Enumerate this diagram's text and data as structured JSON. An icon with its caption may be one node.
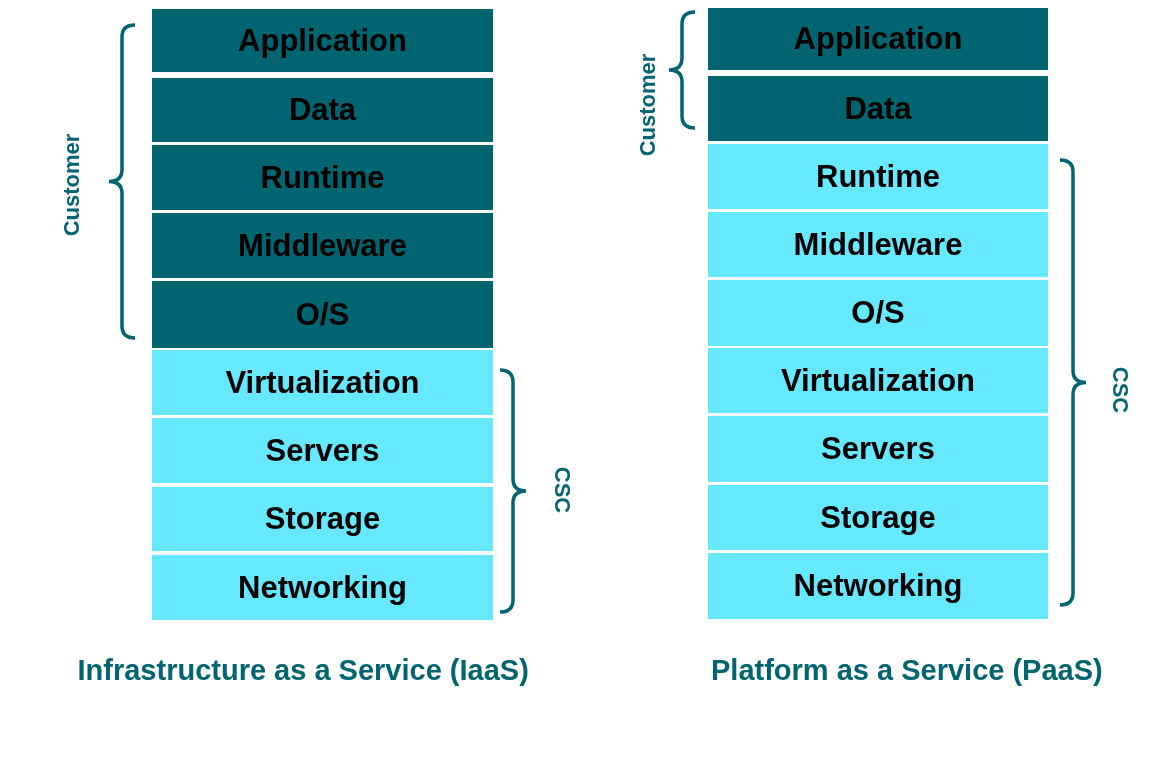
{
  "diagram": {
    "nodes": [
      {
        "text": [
          "Application"
        ]
      },
      {
        "text": [
          "Data"
        ]
      },
      {
        "text": [
          "Runtime"
        ]
      },
      {
        "text": [
          "Middleware"
        ]
      },
      {
        "text": [
          "O/S"
        ]
      },
      {
        "text": [
          "Virtualization"
        ]
      },
      {
        "text": [
          "Servers"
        ]
      },
      {
        "text": [
          "Storage"
        ]
      },
      {
        "text": [
          "Networking"
        ]
      },
      {
        "text": [
          "Application"
        ]
      },
      {
        "text": [
          "Data"
        ]
      },
      {
        "text": [
          "Runtime"
        ]
      },
      {
        "text": [
          "Middleware"
        ]
      },
      {
        "text": [
          "O/S"
        ]
      },
      {
        "text": [
          "Virtualization"
        ]
      },
      {
        "text": [
          "Servers"
        ]
      },
      {
        "text": [
          "Storage"
        ]
      },
      {
        "text": [
          "Networking"
        ]
      }
    ],
    "labels": [
      "Customer",
      "Customer",
      "CSC",
      "CSC",
      "Infrastructure as a Service (IaaS)",
      "Platform as a Service (PaaS)"
    ]
  }
}
